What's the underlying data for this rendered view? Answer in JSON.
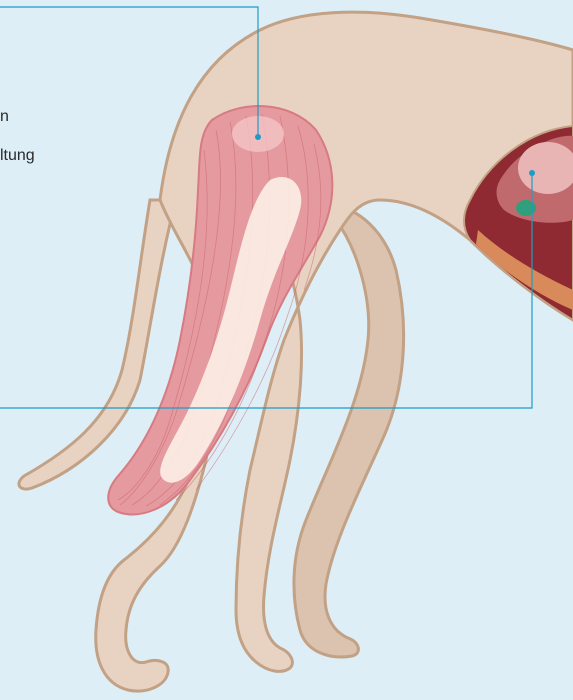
{
  "labels": {
    "line_1": "n",
    "line_2": "ltung"
  },
  "colors": {
    "background": "#ddeef6",
    "body": "#e8d3c3",
    "outline": "#c2a185",
    "muscle": "#e59aa0",
    "muscle_fiber": "#c9646b",
    "bone": "#fbeee5",
    "callout_line": "#1d9cc8",
    "organ": "#c06a6e",
    "organ_inner": "#8f2a32",
    "gallbladder": "#2f9f7c"
  },
  "icons": {
    "pointer": "leader-dot"
  }
}
